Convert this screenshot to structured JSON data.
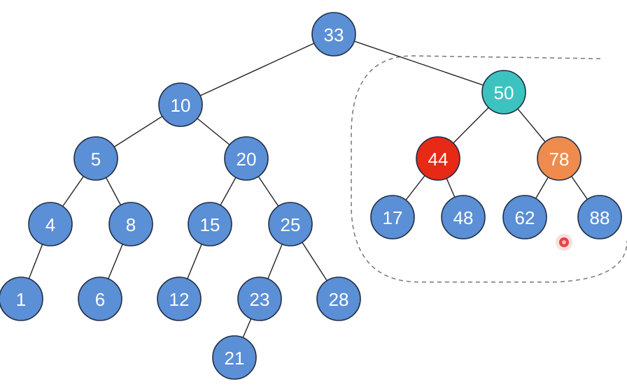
{
  "colors": {
    "node_default": "#5b8fd6",
    "node_stroke": "#1f2d44",
    "edge": "#222222",
    "highlight_root": "#3cc3c0",
    "highlight_left": "#e62a16",
    "highlight_right": "#ef8b4c",
    "subtree_border": "#777777",
    "cursor": "#e0282a"
  },
  "tree": {
    "nodes": [
      {
        "id": "n33",
        "label": "33"
      },
      {
        "id": "n10",
        "label": "10",
        "parent": "n33"
      },
      {
        "id": "n50",
        "label": "50",
        "parent": "n33",
        "fill": "highlight_root"
      },
      {
        "id": "n5",
        "label": "5",
        "parent": "n10"
      },
      {
        "id": "n20",
        "label": "20",
        "parent": "n10"
      },
      {
        "id": "n4",
        "label": "4",
        "parent": "n5"
      },
      {
        "id": "n8",
        "label": "8",
        "parent": "n5"
      },
      {
        "id": "n15",
        "label": "15",
        "parent": "n20"
      },
      {
        "id": "n25",
        "label": "25",
        "parent": "n20"
      },
      {
        "id": "n1",
        "label": "1",
        "parent": "n4"
      },
      {
        "id": "n6",
        "label": "6",
        "parent": "n8"
      },
      {
        "id": "n12",
        "label": "12",
        "parent": "n15"
      },
      {
        "id": "n23",
        "label": "23",
        "parent": "n25"
      },
      {
        "id": "n28",
        "label": "28",
        "parent": "n25"
      },
      {
        "id": "n21",
        "label": "21",
        "parent": "n23"
      },
      {
        "id": "n44",
        "label": "44",
        "parent": "n50",
        "fill": "highlight_left"
      },
      {
        "id": "n78",
        "label": "78",
        "parent": "n50",
        "fill": "highlight_right"
      },
      {
        "id": "n17",
        "label": "17",
        "parent": "n44"
      },
      {
        "id": "n48",
        "label": "48",
        "parent": "n44"
      },
      {
        "id": "n62",
        "label": "62",
        "parent": "n78"
      },
      {
        "id": "n88",
        "label": "88",
        "parent": "n78"
      }
    ],
    "highlighted_subtree_root": "n50"
  }
}
